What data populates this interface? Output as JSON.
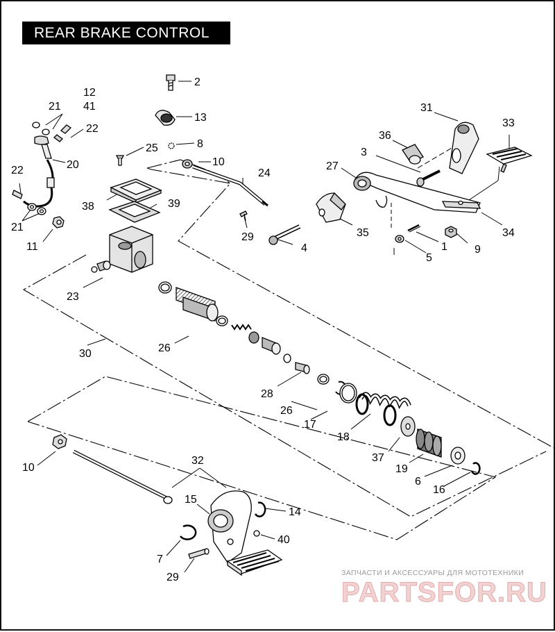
{
  "title": "REAR BRAKE CONTROL",
  "callouts": {
    "c2": "2",
    "c13": "13",
    "c8": "8",
    "c25": "25",
    "c10a": "10",
    "c12": "12",
    "c41": "41",
    "c21a": "21",
    "c22a": "22",
    "c20": "20",
    "c22b": "22",
    "c21b": "21",
    "c11": "11",
    "c24": "24",
    "c38": "38",
    "c39": "39",
    "c29a": "29",
    "c31": "31",
    "c33": "33",
    "c36": "36",
    "c3": "3",
    "c27": "27",
    "c35": "35",
    "c4": "4",
    "c1": "1",
    "c9": "9",
    "c34": "34",
    "c5": "5",
    "c23": "23",
    "c30": "30",
    "c26a": "26",
    "c28": "28",
    "c26b": "26",
    "c17": "17",
    "c18": "18",
    "c37": "37",
    "c19": "19",
    "c6": "6",
    "c16": "16",
    "c10b": "10",
    "c32": "32",
    "c15": "15",
    "c14": "14",
    "c40": "40",
    "c7": "7",
    "c29b": "29"
  },
  "watermark": {
    "tagline": "ЗАПЧАСТИ И АКСЕССУАРЫ ДЛЯ МОТОТЕХНИКИ",
    "brand": "PARTSFOR.RU"
  }
}
